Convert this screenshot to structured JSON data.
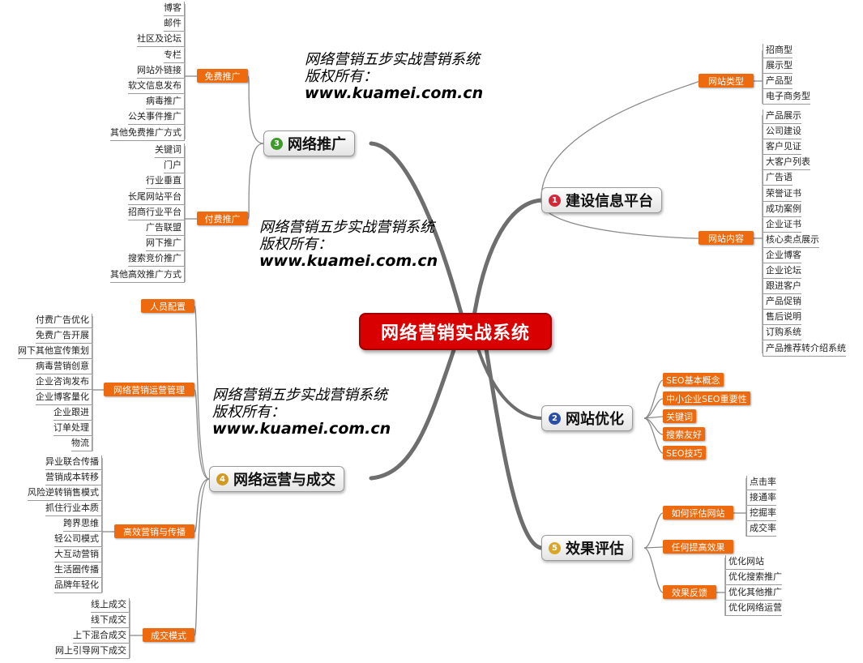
{
  "center": {
    "label": "网络营销实战系统"
  },
  "watermark": {
    "title": "网络营销五步实战营销系统",
    "rights": "版权所有：",
    "url": "www.kuamei.com.cn"
  },
  "branches": {
    "b1": {
      "number": "1",
      "label": "建设信息平台",
      "badge_color": "#d2283a",
      "groups": [
        {
          "label": "网站类型",
          "leaves": [
            "招商型",
            "展示型",
            "产品型",
            "电子商务型"
          ]
        },
        {
          "label": "网站内容",
          "leaves": [
            "产品展示",
            "公司建设",
            "客户见证",
            "大客户列表",
            "广告语",
            "荣誉证书",
            "成功案例",
            "企业证书",
            "核心卖点展示",
            "企业博客",
            "企业论坛",
            "跟进客户",
            "产品促销",
            "售后说明",
            "订购系统",
            "产品推荐转介绍系统"
          ]
        }
      ]
    },
    "b2": {
      "number": "2",
      "label": "网站优化",
      "badge_color": "#2a4fa8",
      "items": [
        "SEO基本概念",
        "中小企业SEO重要性",
        "关键词",
        "搜索友好",
        "SEO技巧"
      ]
    },
    "b3": {
      "number": "3",
      "label": "网络推广",
      "badge_color": "#3f9a2b",
      "groups": [
        {
          "label": "免费推广",
          "leaves": [
            "博客",
            "邮件",
            "社区及论坛",
            "专栏",
            "网站外链接",
            "软文信息发布",
            "病毒推广",
            "公关事件推广",
            "其他免费推广方式"
          ]
        },
        {
          "label": "付费推广",
          "leaves": [
            "关键词",
            "门户",
            "行业垂直",
            "长尾网站平台",
            "招商行业平台",
            "广告联盟",
            "网下推广",
            "搜索竞价推广",
            "其他高效推广方式"
          ]
        }
      ]
    },
    "b4": {
      "number": "4",
      "label": "网络运营与成交",
      "badge_color": "#d39a22",
      "groups": [
        {
          "label": "人员配置",
          "leaves": []
        },
        {
          "label": "网络营销运营管理",
          "leaves": [
            "付费广告优化",
            "免费广告开展",
            "网下其他宣传策划",
            "病毒营销创意",
            "企业咨询发布",
            "企业博客量化",
            "企业跟进",
            "订单处理",
            "物流"
          ]
        },
        {
          "label": "高效营销与传播",
          "leaves": [
            "异业联合传播",
            "营销成本转移",
            "风险逆转销售模式",
            "抓住行业本质",
            "跨界思维",
            "轻公司模式",
            "大互动营销",
            "生活圈传播",
            "品牌年轻化"
          ]
        },
        {
          "label": "成交模式",
          "leaves": [
            "线上成交",
            "线下成交",
            "上下混合成交",
            "网上引导网下成交"
          ]
        }
      ]
    },
    "b5": {
      "number": "5",
      "label": "效果评估",
      "badge_color": "#d9a626",
      "groups": [
        {
          "label": "如何评估网站",
          "leaves": [
            "点击率",
            "接通率",
            "挖掘率",
            "成交率"
          ]
        },
        {
          "label": "任何提高效果",
          "leaves": []
        },
        {
          "label": "效果反馈",
          "leaves": [
            "优化网站",
            "优化搜索推广",
            "优化其他推广",
            "优化网络运营"
          ]
        }
      ]
    }
  }
}
